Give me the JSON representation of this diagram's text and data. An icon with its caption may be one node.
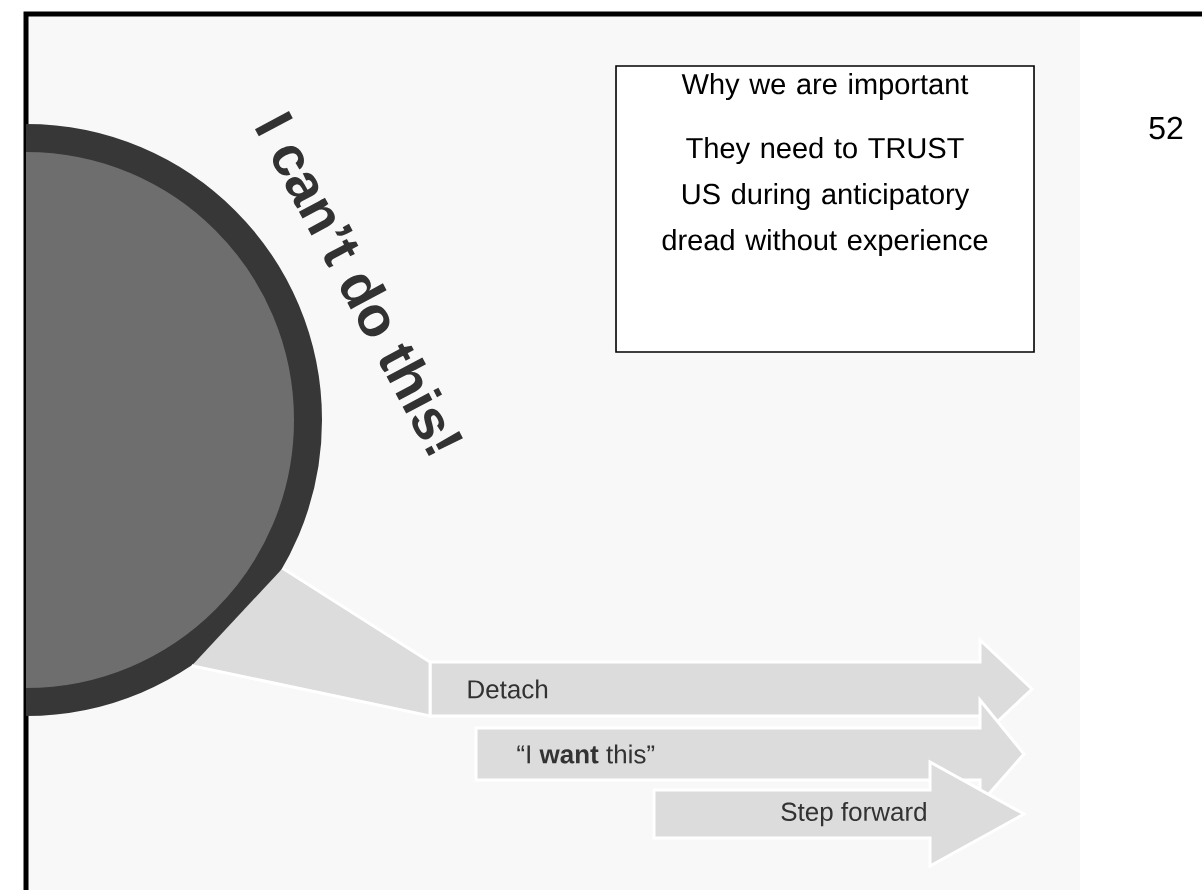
{
  "diagram": {
    "nodes": [
      {
        "text": [
          "I can’t do this!"
        ]
      },
      {
        "text": [
          "Detach"
        ]
      },
      {
        "text": [
          "“I **want** this”"
        ]
      },
      {
        "text": [
          "Step forward"
        ]
      },
      {
        "text": [
          "Why we are important",
          "They need to TRUST US during anticipatory dread without experience"
        ]
      }
    ],
    "edges": [
      {
        "from": 0,
        "to": 1,
        "arrow": "none"
      }
    ],
    "labels": [
      "52"
    ]
  }
}
